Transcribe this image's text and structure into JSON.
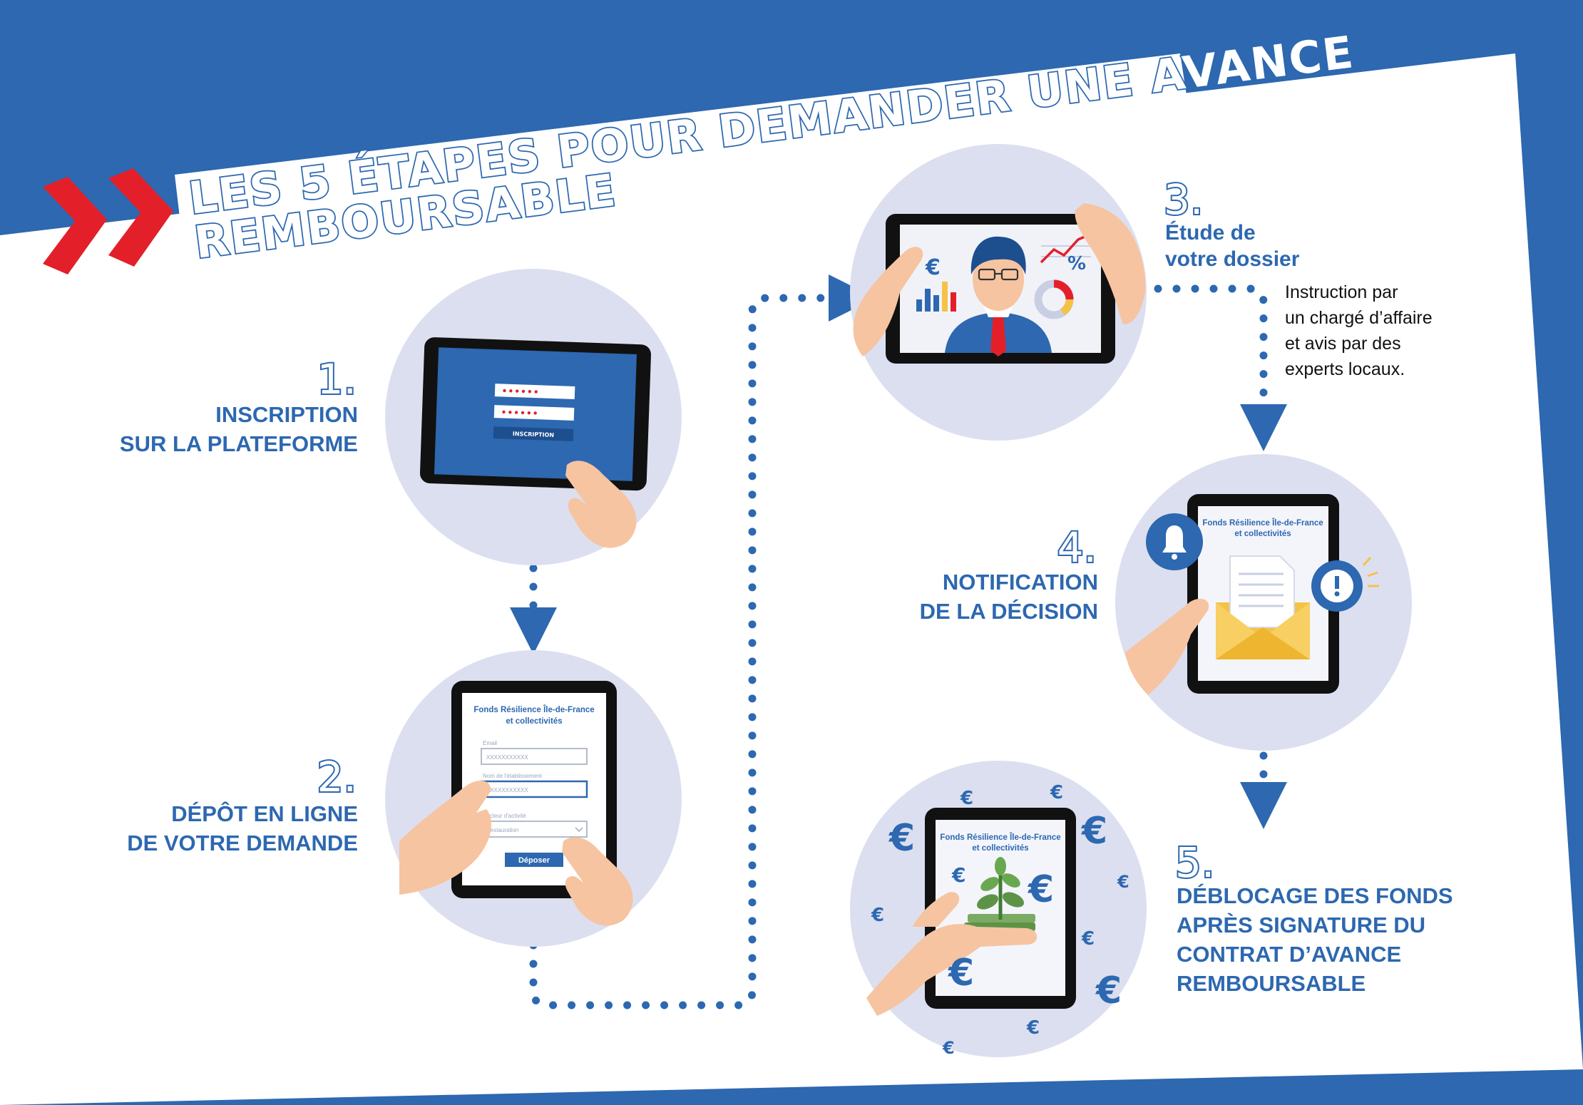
{
  "title": {
    "line1": "LES 5 ÉTAPES POUR DEMANDER UNE AVANCE",
    "line2": "REMBOURSABLE"
  },
  "steps": [
    {
      "number": "1.",
      "lines": [
        "INSCRIPTION",
        "SUR LA PLATEFORME"
      ]
    },
    {
      "number": "2.",
      "lines": [
        "DÉPÔT EN LIGNE",
        "DE VOTRE DEMANDE"
      ]
    },
    {
      "number": "3.",
      "lines": [
        "Étude de",
        "votre dossier"
      ],
      "description": [
        "Instruction par",
        "un chargé d’affaire",
        "et avis par des",
        "experts locaux."
      ]
    },
    {
      "number": "4.",
      "lines": [
        "NOTIFICATION",
        "DE LA DÉCISION"
      ]
    },
    {
      "number": "5.",
      "lines": [
        "DÉBLOCAGE DES FONDS",
        "APRÈS SIGNATURE DU",
        "CONTRAT D’AVANCE",
        "REMBOURSABLE"
      ]
    }
  ],
  "screens": {
    "platform": [
      "Fonds Résilience Île-de-France",
      "et collectivités"
    ],
    "login": {
      "password_mask": "••••••",
      "button": "INSCRIPTION"
    },
    "form": {
      "email_label": "Email",
      "email_value": "XXXXXXXXXXX",
      "name_label": "Nom de l'établissement",
      "name_value": "XXXXXXXXXXX",
      "sector_label": "Secteur d'activité",
      "sector_value": "Restauration",
      "submit": "Déposer"
    },
    "study": {
      "percent": "%",
      "currency": "€"
    },
    "funds": {
      "currency": "€"
    }
  },
  "colors": {
    "brand_blue": "#2d68b0",
    "accent_red": "#e3202a",
    "circle_bg": "#dcdff0",
    "skin": "#f6c4a0",
    "envelope": "#f4c247"
  }
}
